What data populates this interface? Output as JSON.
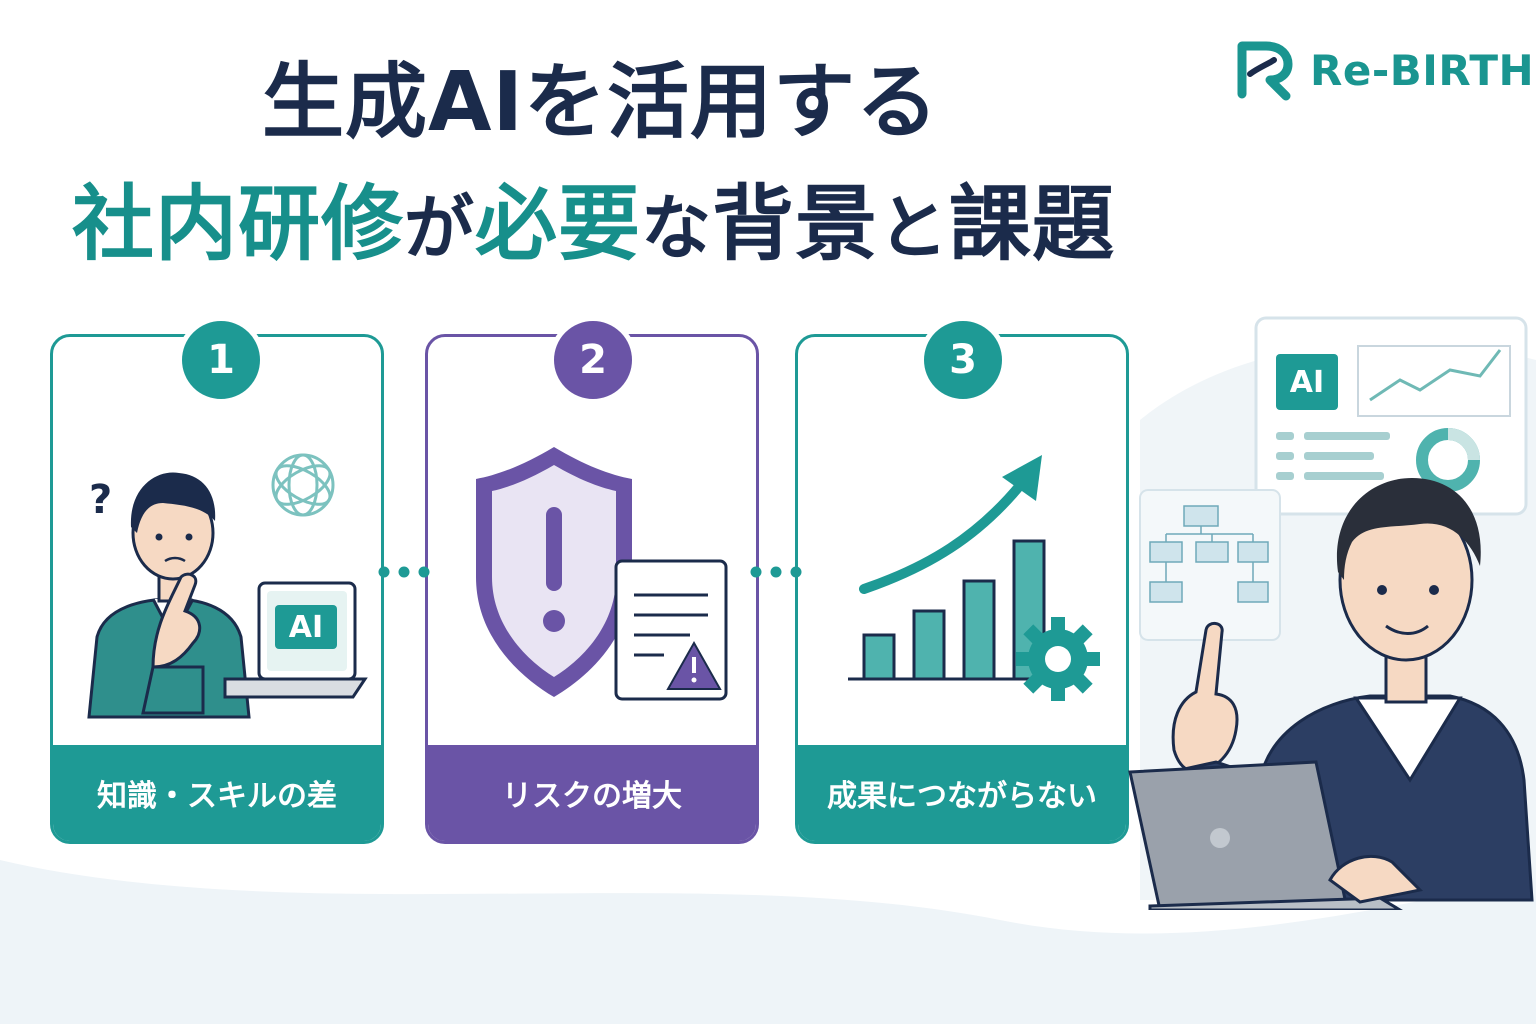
{
  "brand": {
    "name": "Re-BIRTH"
  },
  "title": {
    "line1": "生成AIを活用する",
    "line2": [
      {
        "text": "社内研修",
        "color": "teal"
      },
      {
        "text": "が",
        "color": "navy",
        "size": "small"
      },
      {
        "text": "必要",
        "color": "teal"
      },
      {
        "text": "な",
        "color": "navy",
        "size": "small"
      },
      {
        "text": "背景",
        "color": "navy"
      },
      {
        "text": "と",
        "color": "navy",
        "size": "small"
      },
      {
        "text": "課題",
        "color": "navy"
      }
    ]
  },
  "cards": [
    {
      "number": "1",
      "label": "知識・スキルの差",
      "laptop_text": "AI"
    },
    {
      "number": "2",
      "label": "リスクの増大"
    },
    {
      "number": "3",
      "label": "成果につながらない"
    }
  ],
  "dashboard": {
    "ai_text": "AI"
  },
  "colors": {
    "teal": "#1e9a95",
    "purple": "#6a54a6",
    "navy": "#1b2b4b"
  }
}
